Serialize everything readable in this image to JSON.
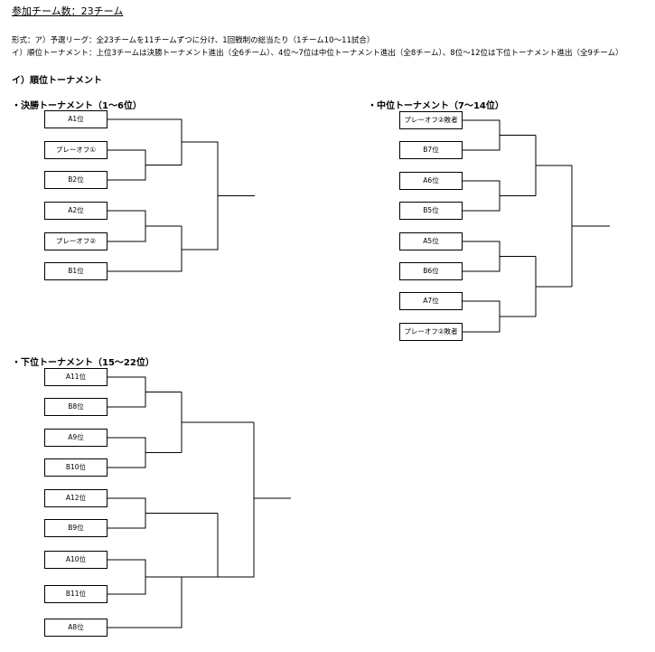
{
  "header": {
    "participants": "参加チーム数：23チーム"
  },
  "format": {
    "line1": "形式：ア）予選リーグ：全23チームを11チームずつに分け、1回戦制の総当たり（1チーム10～11試合）",
    "line2": "イ）順位トーナメント：上位3チームは決勝トーナメント進出（全6チーム）、4位～7位は中位トーナメント進出（全8チーム）、8位～12位は下位トーナメント進出（全9チーム）"
  },
  "section": {
    "title": "イ）順位トーナメント"
  },
  "tournaments": {
    "final": {
      "title": "・決勝トーナメント（1～6位）",
      "teams": [
        "A1位",
        "プレーオフ①",
        "B2位",
        "A2位",
        "プレーオフ②",
        "B1位"
      ]
    },
    "middle": {
      "title": "・中位トーナメント（7～14位）",
      "teams": [
        "プレーオフ②敗者",
        "B7位",
        "A6位",
        "B5位",
        "A5位",
        "B6位",
        "A7位",
        "プレーオフ②敗者"
      ]
    },
    "lower": {
      "title": "・下位トーナメント（15～22位）",
      "teams": [
        "A11位",
        "B8位",
        "A9位",
        "B10位",
        "A12位",
        "B9位",
        "A10位",
        "B11位",
        "A8位"
      ]
    }
  }
}
